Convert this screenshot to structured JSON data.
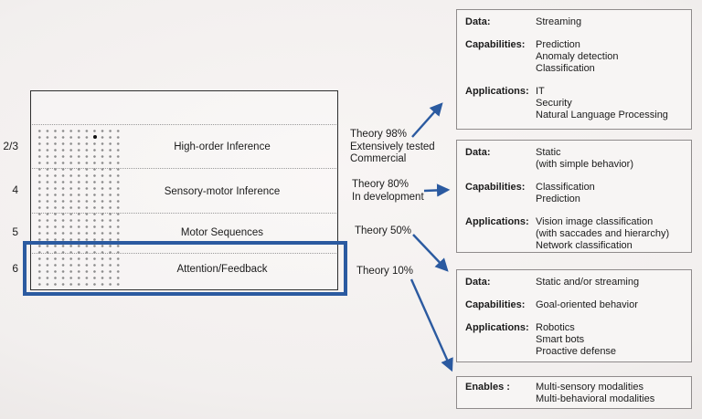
{
  "left_diagram": {
    "layers": [
      {
        "number": "2/3",
        "label": "High-order Inference"
      },
      {
        "number": "4",
        "label": "Sensory-motor Inference"
      },
      {
        "number": "5",
        "label": "Motor Sequences"
      },
      {
        "number": "6",
        "label": "Attention/Feedback"
      }
    ]
  },
  "annotations": [
    {
      "lines": [
        "Theory 98%",
        "Extensively tested",
        "Commercial"
      ]
    },
    {
      "lines": [
        "Theory 80%",
        "In development"
      ]
    },
    {
      "lines": [
        "Theory 50%"
      ]
    },
    {
      "lines": [
        "Theory 10%"
      ]
    }
  ],
  "info_boxes": [
    {
      "rows": [
        {
          "label": "Data:",
          "values": [
            "Streaming"
          ]
        },
        {
          "label": "Capabilities:",
          "values": [
            "Prediction",
            "Anomaly detection",
            "Classification"
          ]
        },
        {
          "label": "Applications:",
          "values": [
            "IT",
            "Security",
            "Natural Language Processing"
          ]
        }
      ]
    },
    {
      "rows": [
        {
          "label": "Data:",
          "values": [
            "Static",
            "(with simple behavior)"
          ]
        },
        {
          "label": "Capabilities:",
          "values": [
            "Classification",
            "Prediction"
          ]
        },
        {
          "label": "Applications:",
          "values": [
            "Vision image classification",
            "(with saccades and hierarchy)",
            "Network classification"
          ]
        }
      ]
    },
    {
      "rows": [
        {
          "label": "Data:",
          "values": [
            "Static and/or streaming"
          ]
        },
        {
          "label": "Capabilities:",
          "values": [
            "Goal-oriented behavior"
          ]
        },
        {
          "label": "Applications:",
          "values": [
            "Robotics",
            "Smart bots",
            "Proactive defense"
          ]
        }
      ]
    },
    {
      "rows": [
        {
          "label": "Enables :",
          "values": [
            "Multi-sensory modalities",
            "Multi-behavioral modalities"
          ]
        }
      ]
    }
  ],
  "colors": {
    "accent_blue": "#2b5aa0",
    "dot_gray": "#8c8c8c",
    "box_border_gray": "#8f8b8b"
  }
}
